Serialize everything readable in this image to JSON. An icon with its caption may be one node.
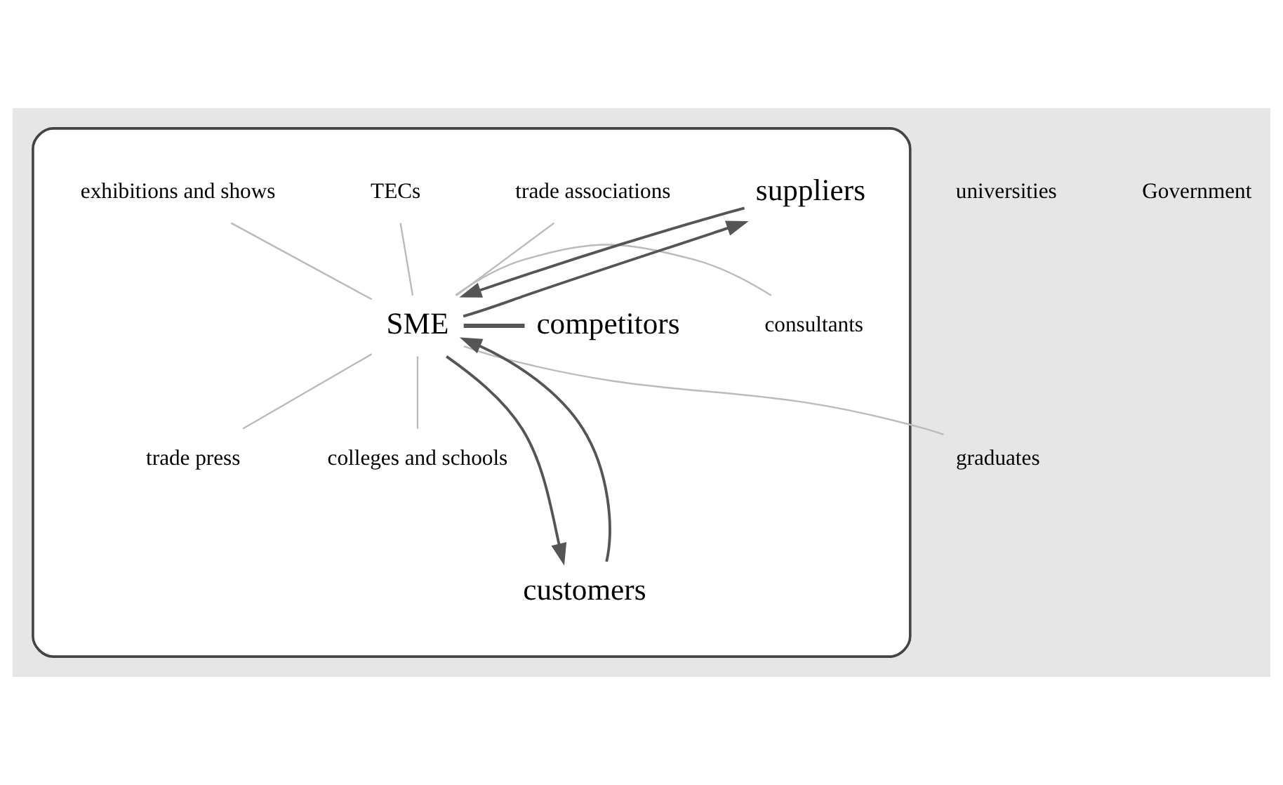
{
  "diagram": {
    "nodes": [
      {
        "text": [],
        "shape": "ellipse"
      },
      {
        "text": [
          "universities"
        ]
      },
      {
        "text": [
          "suppliers"
        ],
        "in": 0
      },
      {
        "text": [
          "trade associations"
        ],
        "in": 0
      },
      {
        "text": [
          "TECs"
        ],
        "in": 0
      },
      {
        "text": [
          "exhibitions and shows"
        ],
        "in": 0
      },
      {
        "text": [
          "competitors"
        ],
        "in": 0
      },
      {
        "text": [
          "consultants"
        ],
        "in": 0
      },
      {
        "text": [
          "SME"
        ],
        "in": 0
      },
      {
        "text": [
          "graduates"
        ]
      },
      {
        "text": [
          "trade press"
        ],
        "in": 0
      },
      {
        "text": [
          "colleges and schools"
        ],
        "in": 0
      },
      {
        "text": [
          "customers"
        ],
        "in": 0
      },
      {
        "text": [
          "Government"
        ]
      }
    ],
    "edges": [
      {
        "from": 8,
        "to": 2,
        "arrow": "to",
        "color": "#555555"
      },
      {
        "from": 2,
        "to": 8,
        "arrow": "to",
        "color": "#555555"
      },
      {
        "from": 8,
        "to": 12,
        "arrow": "to",
        "color": "#555555"
      },
      {
        "from": 12,
        "to": 8,
        "arrow": "to",
        "color": "#555555"
      },
      {
        "from": 8,
        "to": 4,
        "arrow": "none"
      },
      {
        "from": 8,
        "to": 7,
        "arrow": "none"
      },
      {
        "from": 8,
        "to": 10,
        "arrow": "none"
      },
      {
        "from": 8,
        "to": 3,
        "arrow": "none"
      },
      {
        "from": 8,
        "to": 5,
        "arrow": "none"
      },
      {
        "from": 8,
        "to": 6,
        "arrow": "none",
        "style": "thick",
        "color": "#555555"
      },
      {
        "from": 8,
        "to": 9,
        "arrow": "none"
      },
      {
        "from": 8,
        "to": 11,
        "arrow": "none"
      }
    ]
  }
}
